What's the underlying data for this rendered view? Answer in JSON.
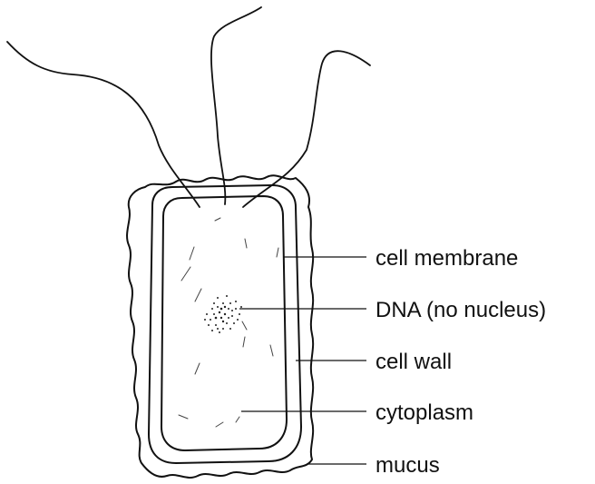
{
  "labels": {
    "cell_membrane": "cell membrane",
    "dna": "DNA (no nucleus)",
    "cell_wall": "cell wall",
    "cytoplasm": "cytoplasm",
    "mucus": "mucus"
  },
  "colors": {
    "stroke": "#111111",
    "background": "#ffffff"
  }
}
